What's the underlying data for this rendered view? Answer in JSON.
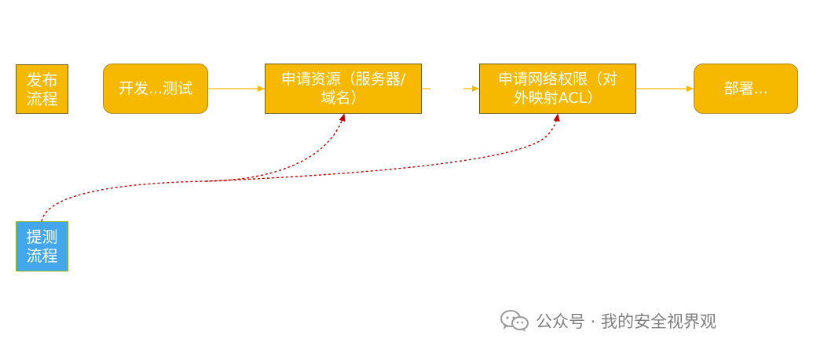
{
  "flow": {
    "release_label": "发布\n流程",
    "test_request_label": "提测\n流程",
    "steps": [
      "开发...测试",
      "申请资源（服务器/\n域名）",
      "申请网络权限（对\n外映射ACL）",
      "部署..."
    ]
  },
  "colors": {
    "step_fill": "#f7b900",
    "test_request_fill": "#44a7ec",
    "solid_connector": "#f7b900",
    "dashed_connector": "#c00000"
  },
  "watermark": {
    "icon": "wechat-icon",
    "text": "公众号 · 我的安全视界观"
  }
}
